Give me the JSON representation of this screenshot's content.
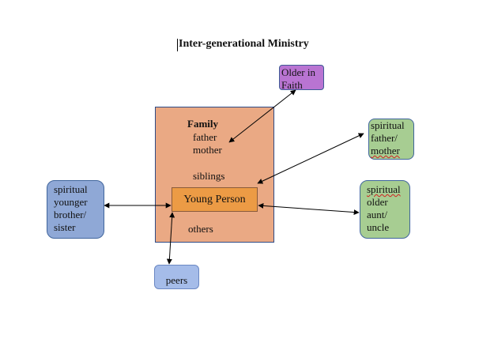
{
  "title": "Inter-generational Ministry",
  "nodes": {
    "older_in_faith": {
      "lines": [
        "Older in",
        "Faith"
      ],
      "color": "#b974d2"
    },
    "family": {
      "heading": "Family",
      "members": [
        "father",
        "mother",
        "siblings",
        "others"
      ],
      "color": "#eaa984"
    },
    "young_person": {
      "label": "Young Person",
      "color": "#ec9b45"
    },
    "spiritual_father_mother": {
      "lines": [
        "spiritual",
        "father/",
        "mother"
      ],
      "color": "#a7cd92"
    },
    "spiritual_older_aunt_uncle": {
      "lines": [
        "spiritual",
        "older",
        "aunt/",
        "uncle"
      ],
      "color": "#a7cd92"
    },
    "spiritual_younger_sibling": {
      "lines": [
        "spiritual",
        "younger",
        "brother/",
        "sister"
      ],
      "color": "#8fa8d6"
    },
    "peers": {
      "label": "peers",
      "color": "#a5bce9"
    }
  },
  "connections": [
    {
      "from": "older_in_faith",
      "to": "family (father/mother)",
      "bidirectional": true
    },
    {
      "from": "spiritual_father_mother",
      "to": "family (siblings)",
      "bidirectional": true
    },
    {
      "from": "spiritual_older_aunt_uncle",
      "to": "young_person",
      "bidirectional": true
    },
    {
      "from": "spiritual_younger_sibling",
      "to": "young_person",
      "bidirectional": true
    },
    {
      "from": "peers",
      "to": "young_person",
      "bidirectional": true
    }
  ]
}
